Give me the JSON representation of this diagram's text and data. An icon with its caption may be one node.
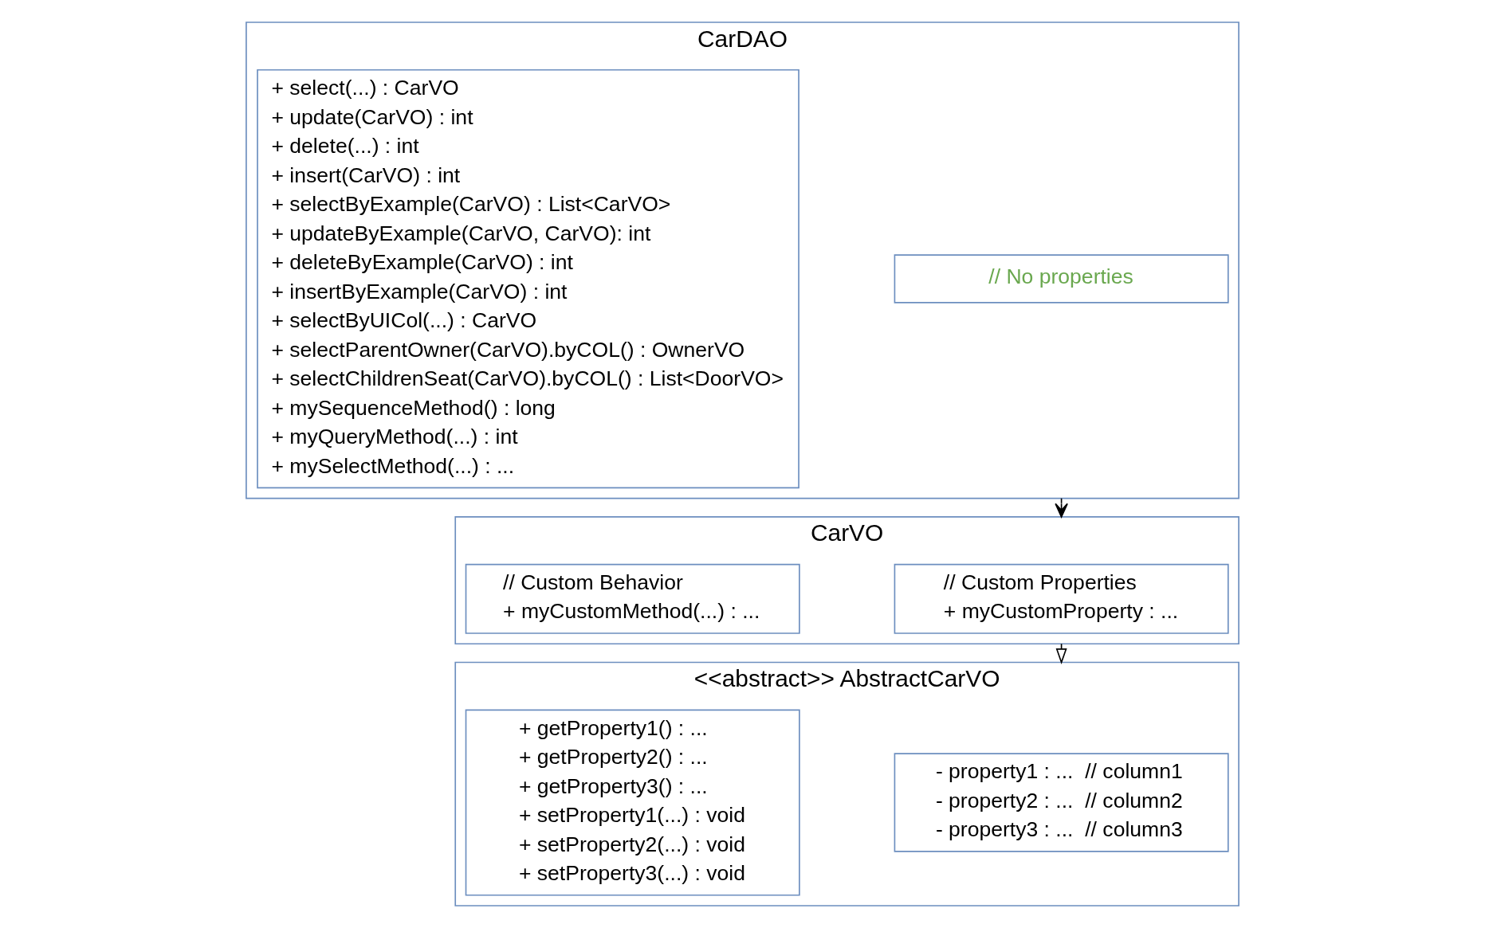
{
  "diagram": {
    "nodes": [
      {
        "text": [
          "CarDAO"
        ]
      },
      {
        "text": [
          "// No properties"
        ],
        "in": 0
      },
      {
        "text": [
          "+ select(...) : CarVO",
          "+ update(CarVO) : int",
          "+ delete(...) : int",
          "+ insert(CarVO) : int",
          "+ selectByExample(CarVO) : List<CarVO>",
          "+ updateByExample(CarVO, CarVO): int",
          "+ deleteByExample(CarVO) : int",
          "+ insertByExample(CarVO) : int",
          "+ selectByUICol(...) : CarVO",
          "+ selectParentOwner(CarVO).byCOL() : OwnerVO",
          "+ selectChildrenSeat(CarVO).byCOL() : List<DoorVO>",
          "+ mySequenceMethod() : long",
          "+ myQueryMethod(...) : int",
          "+ mySelectMethod(...) : ..."
        ],
        "in": 0
      },
      {
        "text": [
          "<<abstract>> AbstractCarVO"
        ]
      },
      {
        "text": [
          "- property1 : ...  // column1",
          "- property2 : ...  // column2",
          "- property3 : ...  // column3"
        ],
        "in": 3
      },
      {
        "text": [
          "+ getProperty1() : ...",
          "+ getProperty2() : ...",
          "+ getProperty3() : ...",
          "+ setProperty1(...) : void",
          "+ setProperty2(...) : void",
          "+ setProperty3(...) : void"
        ],
        "in": 3
      },
      {
        "text": [
          "CarVO"
        ]
      },
      {
        "text": [
          "// Custom Properties",
          "+ myCustomProperty : ..."
        ],
        "in": 6
      },
      {
        "text": [
          "// Custom Behavior",
          "+ myCustomMethod(...) : ..."
        ],
        "in": 6
      }
    ],
    "edges": [
      {
        "from": 0,
        "to": 6,
        "arrow": "to",
        "style": "dashed"
      },
      {
        "from": 6,
        "to": 3,
        "arrow": "to"
      }
    ]
  }
}
